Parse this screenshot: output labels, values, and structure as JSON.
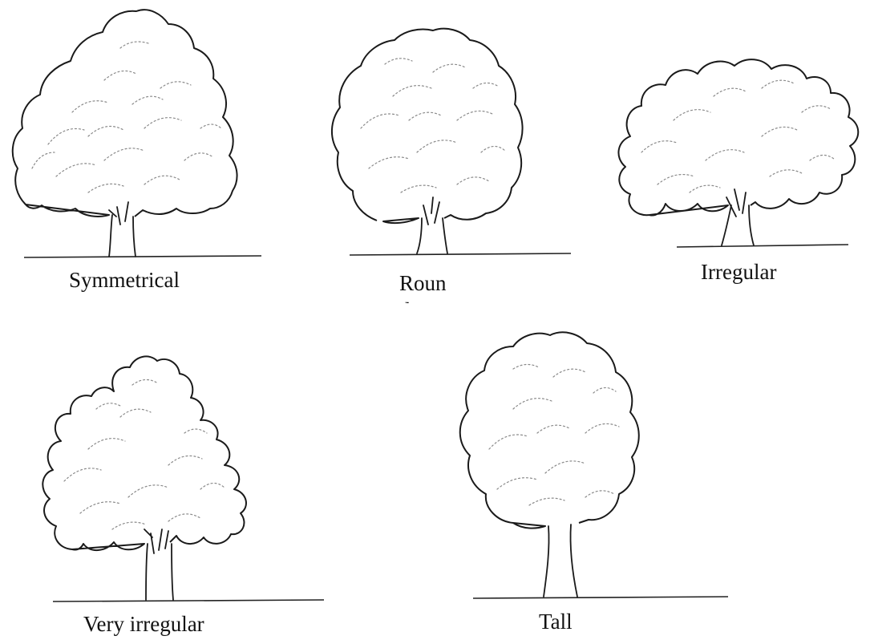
{
  "trees": [
    {
      "id": "symmetrical",
      "label": "Symmetrical"
    },
    {
      "id": "round",
      "label": "Roun\nd"
    },
    {
      "id": "irregular",
      "label": "Irregular"
    },
    {
      "id": "very-irregular",
      "label": "Very irregular"
    },
    {
      "id": "tall",
      "label": "Tall"
    }
  ],
  "colors": {
    "ink": "#1a1a1a",
    "texture": "#8a8a8a",
    "background": "#ffffff"
  }
}
